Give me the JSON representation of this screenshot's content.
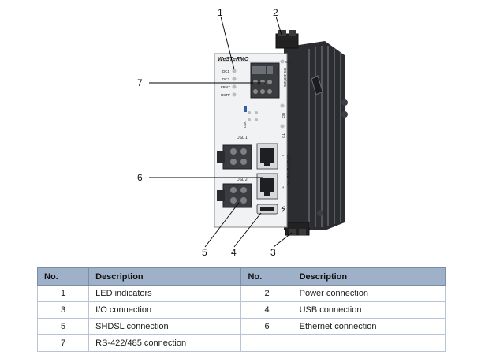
{
  "figure": {
    "brand": "WeSTeRMO",
    "led_labels": [
      "DC1",
      "DC2",
      "FRNT",
      "RSTP"
    ],
    "on_label": "ON",
    "rs_label": "RS-422/485",
    "rd_label": "RD",
    "td_label": "TD",
    "lnk_label": "LNK",
    "dsl_labels": [
      "DSL 1",
      "DSL 2"
    ],
    "eth_label": "10/100 BASE-TX",
    "eth_port_labels": [
      "1",
      "2"
    ],
    "usb_symbol": "⭍",
    "callouts": [
      "1",
      "2",
      "3",
      "4",
      "5",
      "6",
      "7"
    ]
  },
  "table": {
    "headers": [
      "No.",
      "Description",
      "No.",
      "Description"
    ],
    "rows": [
      [
        "1",
        "LED indicators",
        "2",
        "Power connection"
      ],
      [
        "3",
        "I/O connection",
        "4",
        "USB connection"
      ],
      [
        "5",
        "SHDSL connection",
        "6",
        "Ethernet connection"
      ],
      [
        "7",
        "RS-422/485 connection",
        "",
        ""
      ]
    ]
  }
}
